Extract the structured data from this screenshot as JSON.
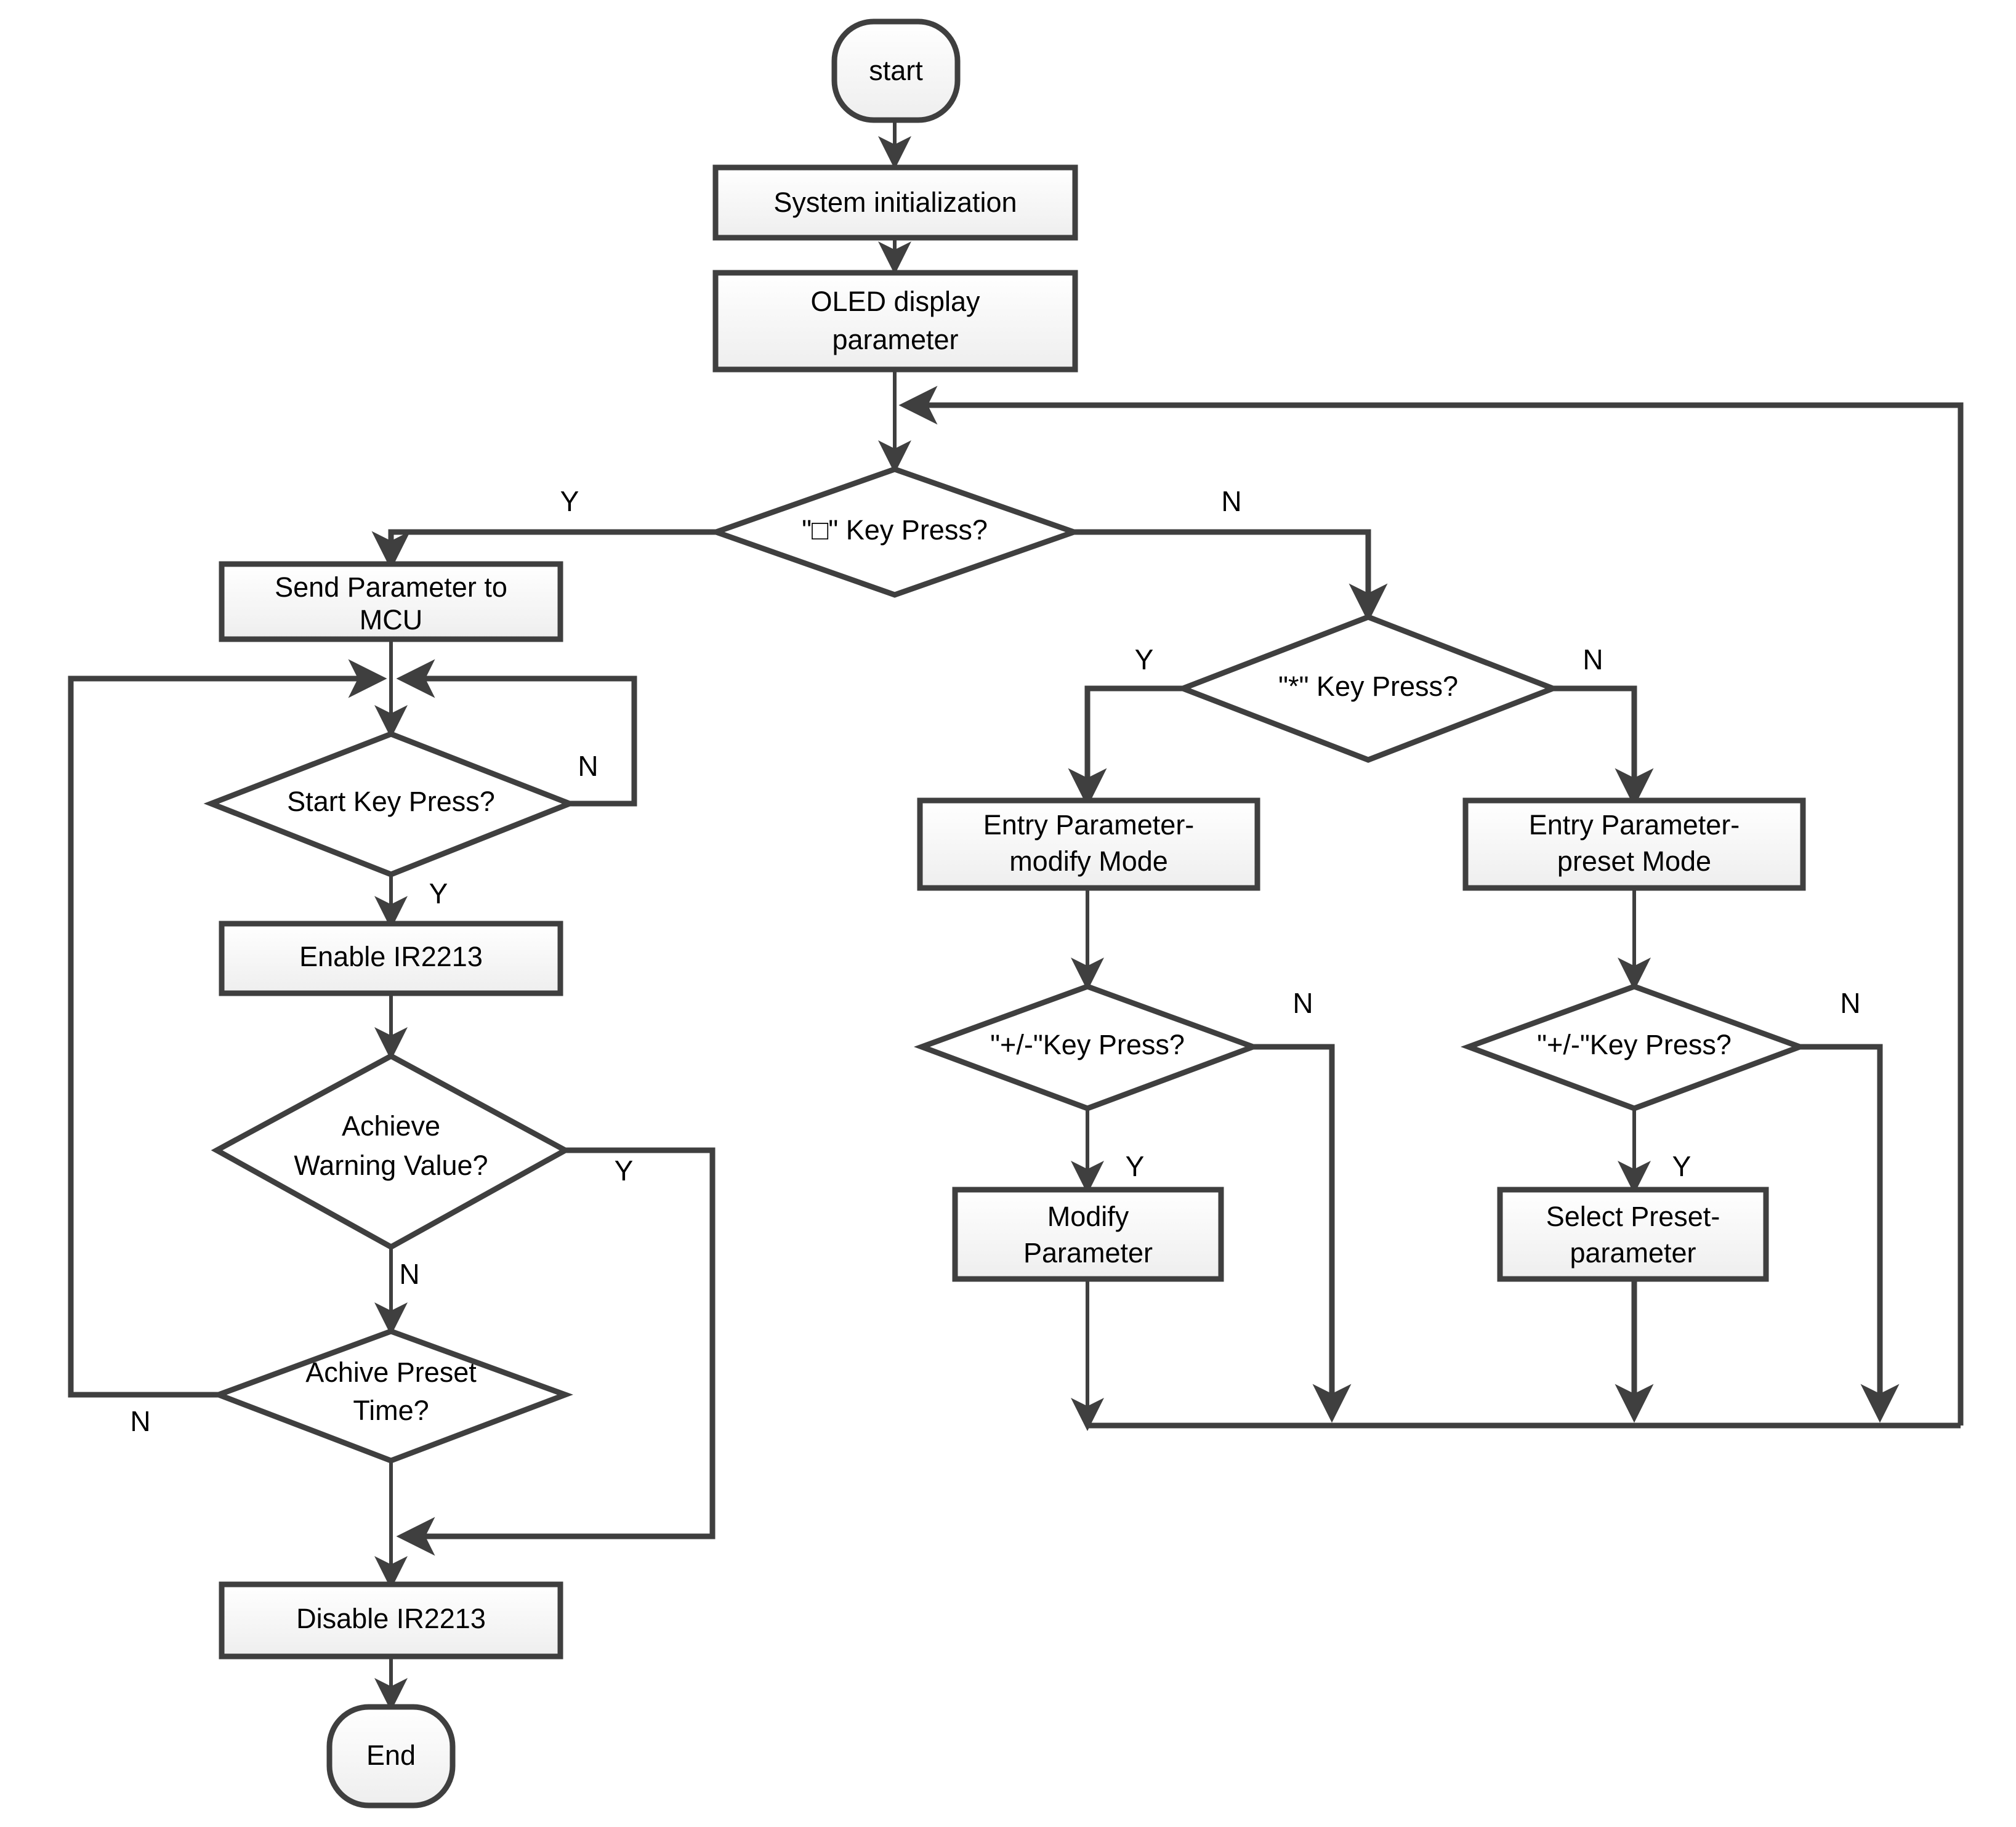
{
  "diagram": {
    "type": "flowchart",
    "title": "MCU parameter control flowchart",
    "background": "#ffffff",
    "stroke_color": "#3f3f3f",
    "box_fill": "#f0f0f0",
    "text_color": "#000000"
  },
  "nodes": {
    "start": {
      "shape": "terminator",
      "label": "start"
    },
    "system_init": {
      "shape": "process",
      "label": "System  initialization"
    },
    "oled_display": {
      "shape": "process",
      "line1": "OLED display",
      "line2": "parameter"
    },
    "key_square": {
      "shape": "decision",
      "label": "\"□\" Key Press?"
    },
    "send_param": {
      "shape": "process",
      "line1": "Send Parameter to",
      "line2": "MCU"
    },
    "start_key": {
      "shape": "decision",
      "label": "Start Key Press?"
    },
    "enable_ir": {
      "shape": "process",
      "label": "Enable IR2213"
    },
    "achieve_warning": {
      "shape": "decision",
      "line1": "Achieve",
      "line2": "Warning Value?"
    },
    "achive_preset_time": {
      "shape": "decision",
      "line1": "Achive Preset",
      "line2": "Time?"
    },
    "disable_ir": {
      "shape": "process",
      "label": "Disable IR2213"
    },
    "end": {
      "shape": "terminator",
      "label": "End"
    },
    "key_star": {
      "shape": "decision",
      "label": "\"*\" Key Press?"
    },
    "entry_modify": {
      "shape": "process",
      "line1": "Entry Parameter-",
      "line2": "modify Mode"
    },
    "entry_preset": {
      "shape": "process",
      "line1": "Entry Parameter-",
      "line2": "preset Mode"
    },
    "plusminus_modify": {
      "shape": "decision",
      "label": "\"+/-\"Key Press?"
    },
    "plusminus_preset": {
      "shape": "decision",
      "label": "\"+/-\"Key Press?"
    },
    "modify_param": {
      "shape": "process",
      "line1": "Modify",
      "line2": "Parameter"
    },
    "select_preset": {
      "shape": "process",
      "line1": "Select Preset-",
      "line2": "parameter"
    }
  },
  "edge_labels": {
    "key_square_yes": "Y",
    "key_square_no": "N",
    "start_key_no": "N",
    "start_key_yes": "Y",
    "achieve_warning_yes": "Y",
    "achieve_warning_no": "N",
    "achive_preset_no": "N",
    "key_star_yes": "Y",
    "key_star_no": "N",
    "plusminus_modify_no": "N",
    "plusminus_modify_yes": "Y",
    "plusminus_preset_no": "N",
    "plusminus_preset_yes": "Y"
  }
}
